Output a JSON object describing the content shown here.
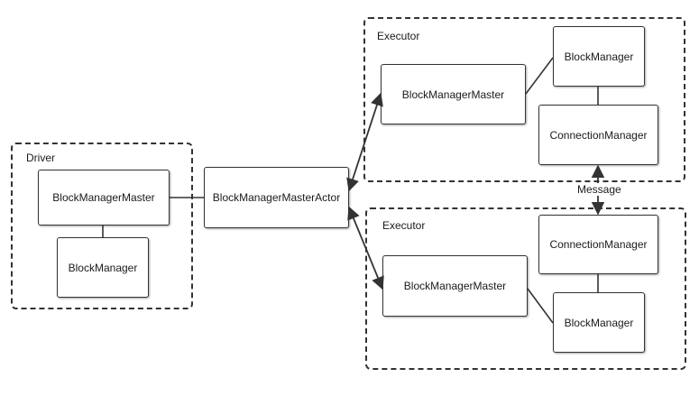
{
  "diagram": {
    "driver": {
      "label": "Driver",
      "master": "BlockManagerMaster",
      "manager": "BlockManager"
    },
    "actor": "BlockManagerMasterActor",
    "executor_top": {
      "label": "Executor",
      "master": "BlockManagerMaster",
      "manager": "BlockManager",
      "connection": "ConnectionManager"
    },
    "executor_bottom": {
      "label": "Executor",
      "master": "BlockManagerMaster",
      "connection": "ConnectionManager",
      "manager": "BlockManager"
    },
    "message_label": "Message",
    "colors": {
      "stroke": "#333333",
      "background": "#ffffff"
    }
  }
}
